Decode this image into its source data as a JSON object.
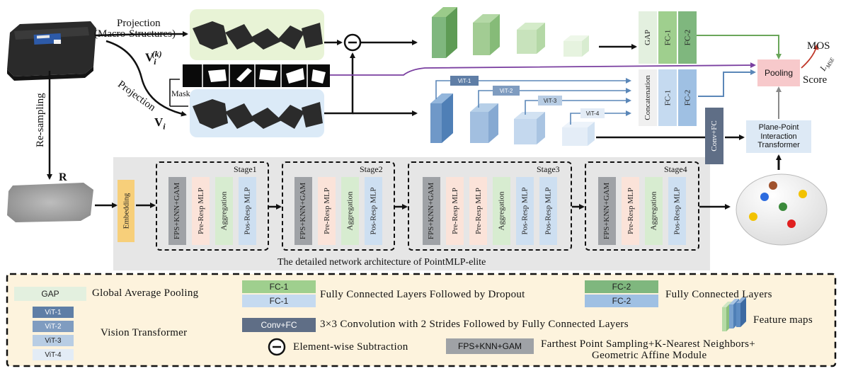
{
  "top": {
    "projection_macro_line1": "Projection",
    "projection_macro_line2": "(Macro-Structures)",
    "projection": "Projection",
    "vik_main": "V",
    "vik_sub": "i",
    "vik_sup": "(k)",
    "vi_main": "V",
    "vi_sub": "i",
    "mask": "Mask",
    "resampling": "Re-sampling",
    "r_label": "R"
  },
  "heads": {
    "gap": "GAP",
    "fc1": "FC-1",
    "fc2": "FC-2",
    "concat": "Concatenation",
    "fc1b": "FC-1",
    "fc2b": "FC-2",
    "pooling": "Pooling",
    "mos": "MOS",
    "score": "Score",
    "loss_main": "L",
    "loss_sub": "MSE",
    "convfc": "Conv+FC",
    "ppit": "Plane-Point\nInteraction\nTransformer"
  },
  "vit": [
    "ViT-1",
    "ViT-2",
    "ViT-3",
    "ViT-4"
  ],
  "pointmlp": {
    "embedding": "Embedding",
    "caption": "The detailed network architecture of PointMLP-elite",
    "stages": [
      {
        "name": "Stage1",
        "blocks": [
          "FPS+KNN+GAM",
          "Pre-Resp MLP",
          "Aggregation",
          "Pos-Resp MLP"
        ]
      },
      {
        "name": "Stage2",
        "blocks": [
          "FPS+KNN+GAM",
          "Pre-Resp MLP",
          "Aggregation",
          "Pos-Resp MLP"
        ]
      },
      {
        "name": "Stage3",
        "blocks": [
          "FPS+KNN+GAM",
          "Pre-Resp MLP",
          "Pre-Resp MLP",
          "Aggregation",
          "Pos-Resp MLP",
          "Pos-Resp MLP"
        ]
      },
      {
        "name": "Stage4",
        "blocks": [
          "FPS+KNN+GAM",
          "Pre-Resp MLP",
          "Aggregation",
          "Pos-Resp MLP"
        ]
      }
    ]
  },
  "legend": {
    "gap_box": "GAP",
    "gap_text": "Global Average Pooling",
    "fc1_box_top": "FC-1",
    "fc1_box_bottom": "FC-1",
    "fc1_text": "Fully Connected Layers Followed by Dropout",
    "fc2_box_top": "FC-2",
    "fc2_box_bottom": "FC-2",
    "fc2_text": "Fully Connected Layers",
    "vit_boxes": [
      "ViT-1",
      "ViT-2",
      "ViT-3",
      "ViT-4"
    ],
    "vit_text": "Vision Transformer",
    "conv_box": "Conv+FC",
    "conv_text": "3×3 Convolution with 2 Strides Followed by Fully Connected Layers",
    "feature_text": "Feature maps",
    "sub_text": "Element-wise Subtraction",
    "fps_box": "FPS+KNN+GAM",
    "fps_text_line1": "Farthest Point Sampling+K-Nearest Neighbors+",
    "fps_text_line2": "Geometric Affine Module"
  },
  "colors": {
    "green_dark": "#7fb77e",
    "green_light": "#e3f0df",
    "blue_dark": "#6f98c8",
    "blue_light": "#dde9f5",
    "gray": "#9fa2a6",
    "pink": "#f7c9cb",
    "cream": "#fdf3dd",
    "embed": "#f7cf7a",
    "grey_panel": "#e6e6e6"
  }
}
